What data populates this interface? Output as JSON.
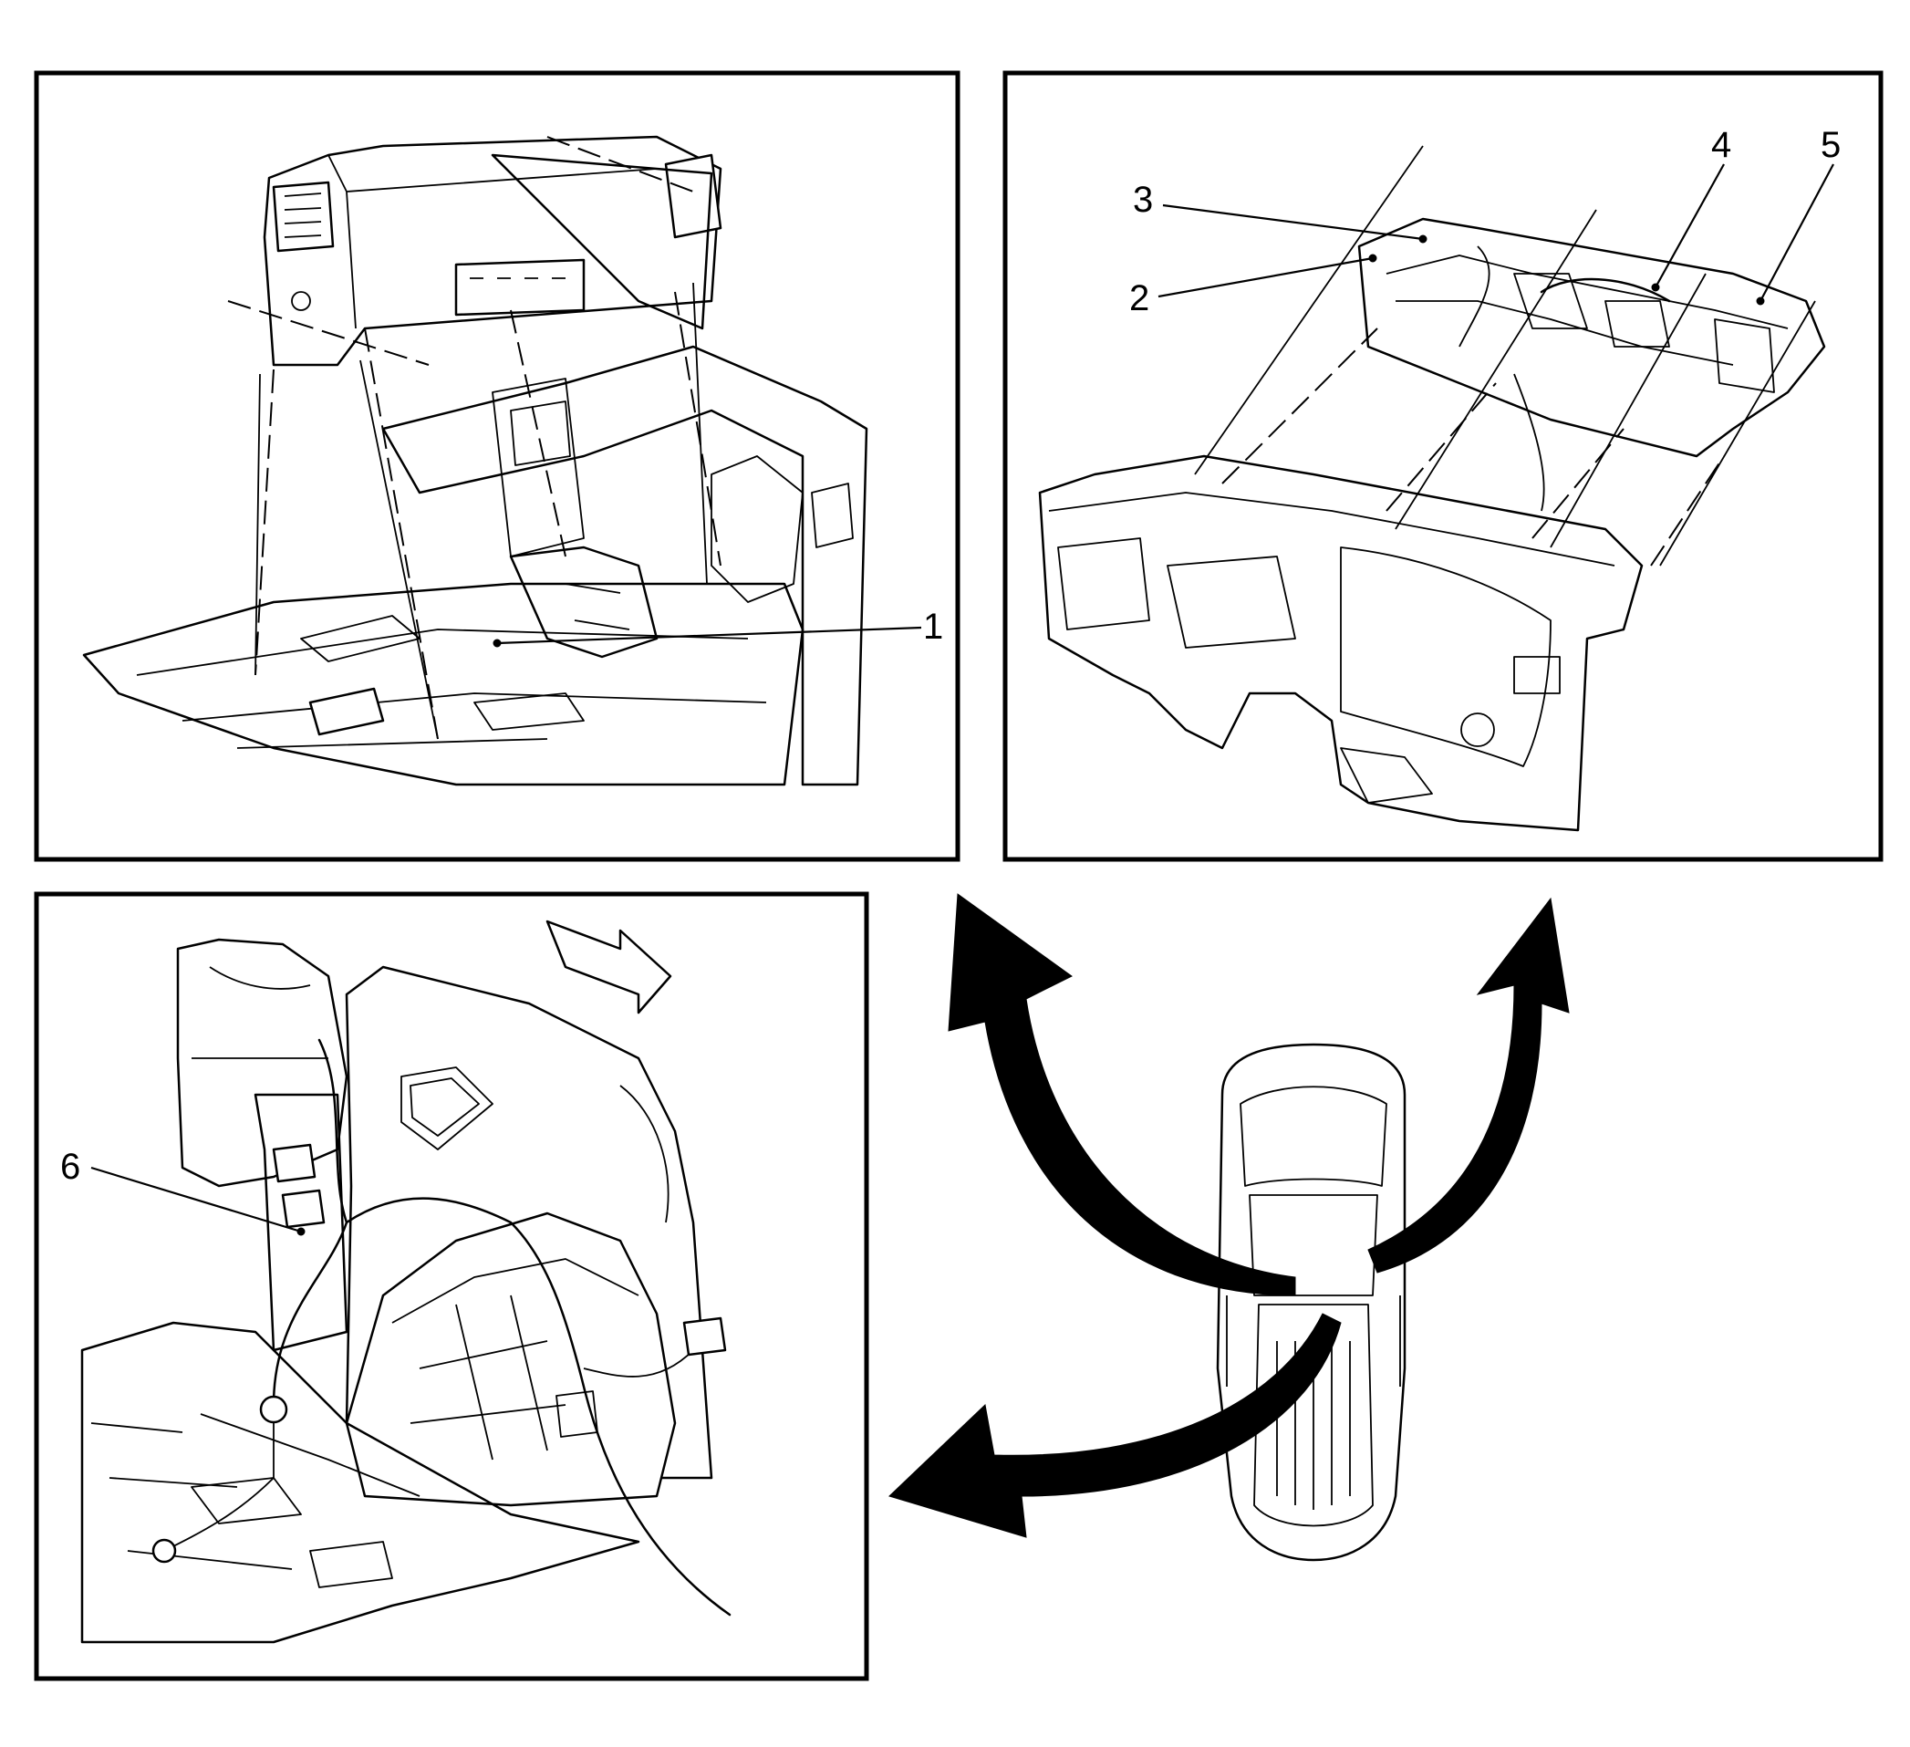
{
  "callouts": {
    "c1": "1",
    "c2": "2",
    "c3": "3",
    "c4": "4",
    "c5": "5",
    "c6": "6"
  },
  "icons": {
    "direction_arrow": "forward-arrow-icon",
    "view_arrows": "curved-view-arrow-icon"
  }
}
